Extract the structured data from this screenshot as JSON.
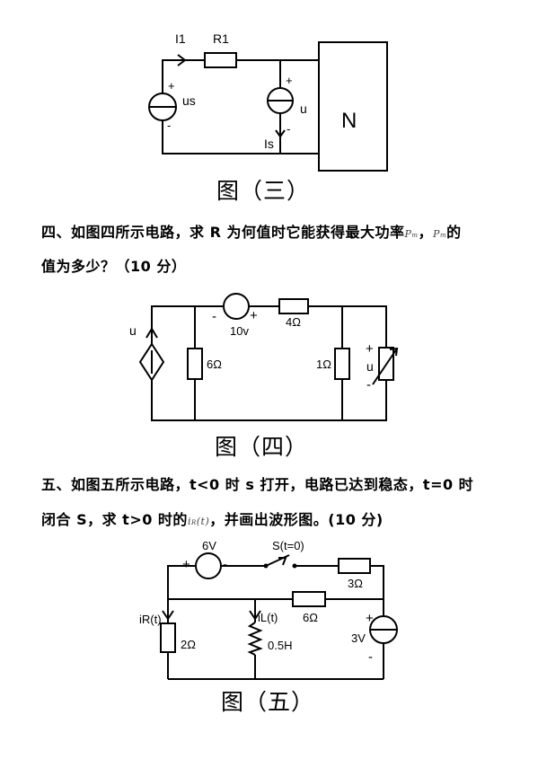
{
  "figure3": {
    "labels": {
      "i1": "I1",
      "r1": "R1",
      "us": "us",
      "u": "u",
      "is": "Is",
      "n": "N",
      "plus": "+",
      "minus": "-"
    },
    "caption": "图（三）"
  },
  "question4": {
    "line1_pre": "四、如图四所示电路，求 R 为何值时它能获得最大功率",
    "pm_main": "P",
    "pm_sub": "m",
    "line1_mid": "，",
    "line1_post": "的",
    "line2": "值为多少？（10 分）"
  },
  "figure4": {
    "labels": {
      "u_source": "u",
      "v10": "10v",
      "r4": "4Ω",
      "r6": "6Ω",
      "r1": "1Ω",
      "u_load": "u",
      "plus": "+",
      "minus": "-"
    },
    "caption": "图（四）"
  },
  "question5": {
    "line1": "五、如图五所示电路，t<0 时 s 打开，电路已达到稳态，t=0 时",
    "line2_pre": "闭合 S，求 t>0 时的",
    "ir_main": "i",
    "ir_sub": "R",
    "ir_arg": "(t)",
    "line2_post": "，并画出波形图。(10 分)"
  },
  "figure5": {
    "labels": {
      "v6": "6V",
      "switch": "S(t=0)",
      "r3": "3Ω",
      "r6": "6Ω",
      "ir": "iR(t)",
      "il": "iL(t)",
      "r2": "2Ω",
      "l05": "0.5H",
      "v3": "3V",
      "plus": "+",
      "minus": "-"
    },
    "caption": "图（五）"
  }
}
